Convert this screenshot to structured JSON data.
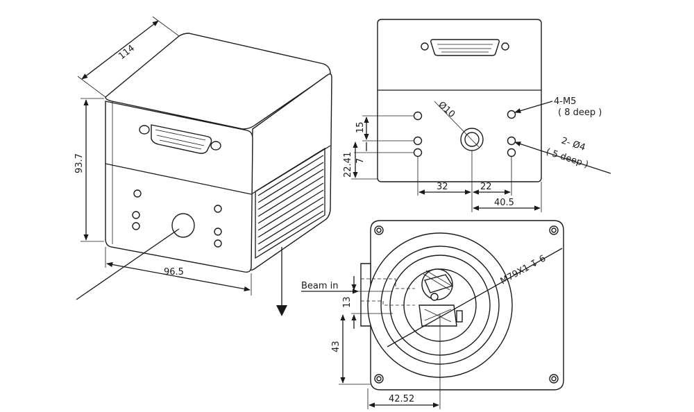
{
  "views": {
    "isometric": {
      "dims": {
        "depth": "114",
        "height": "93.7",
        "width": "96.5"
      }
    },
    "top": {
      "dims": {
        "d15": "15",
        "d22_41": "22.41",
        "d7": "7",
        "d32": "32",
        "d22": "22",
        "d40_5": "40.5"
      },
      "hole_label": "Ø10",
      "callouts": {
        "m5_line1": "4-M5",
        "m5_line2": "( 8 deep )",
        "d4_line1": "2- Ø4",
        "d4_line2": "( 5 deep )"
      }
    },
    "front": {
      "beam_label": "Beam in",
      "thread_label": "M79X1 ↧ 6",
      "dims": {
        "d13": "13",
        "d43": "43",
        "d42_52": "42.52"
      }
    }
  }
}
